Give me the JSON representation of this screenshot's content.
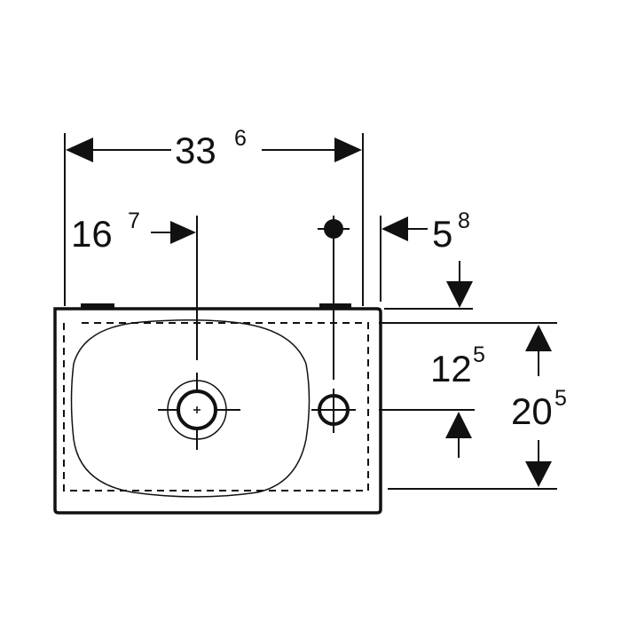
{
  "diagram": {
    "type": "technical-drawing",
    "subject": "wall-hung hand washbasin, top view",
    "colors": {
      "line": "#111111",
      "background": "#ffffff"
    },
    "dimensions": {
      "overall_width": {
        "main": "33",
        "sup": "6"
      },
      "tap_hole_offset": {
        "main": "16",
        "sup": "7"
      },
      "side_offset": {
        "main": "5",
        "sup": "8"
      },
      "tap_to_back": {
        "main": "12",
        "sup": "5"
      },
      "overall_depth": {
        "main": "20",
        "sup": "5"
      }
    }
  }
}
